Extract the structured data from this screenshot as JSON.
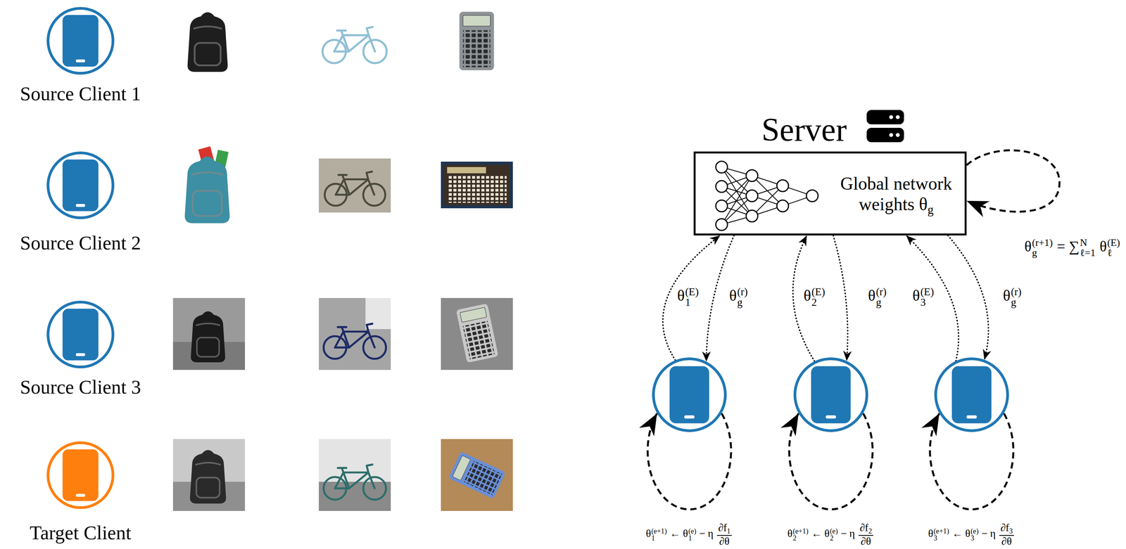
{
  "diagram": {
    "nodes": [
      {
        "text": [
          "Source Client 1"
        ]
      },
      {
        "text": [
          "Source Client 2"
        ]
      },
      {
        "text": [
          "Source Client 3"
        ]
      },
      {
        "text": [
          "Target Client"
        ]
      },
      {
        "text": [
          "Server",
          "Global network weights θg"
        ]
      },
      {
        "text": [
          "θ1(e+1) ← θ1(e) − η ∂f1∂θ"
        ]
      },
      {
        "text": [
          "θ2(e+1) ← θ2(e) − η ∂f2∂θ"
        ]
      },
      {
        "text": [
          "θ3(e+1) ← θ3(e) − η ∂f3∂θ"
        ]
      }
    ],
    "edges": [
      {
        "from": 5,
        "to": 4,
        "arrow": "to",
        "label": "θ1(E)"
      },
      {
        "from": 4,
        "to": 5,
        "arrow": "to",
        "label": "θg(r)"
      },
      {
        "from": 6,
        "to": 4,
        "arrow": "to",
        "label": "θ2(E)"
      },
      {
        "from": 4,
        "to": 6,
        "arrow": "to",
        "label": "θg(r)"
      },
      {
        "from": 7,
        "to": 4,
        "arrow": "to",
        "label": "θ3(E)"
      },
      {
        "from": 4,
        "to": 7,
        "arrow": "to",
        "label": "θg(r)"
      },
      {
        "from": 4,
        "to": 4,
        "arrow": "to",
        "label": "θg(r+1) = ∑ℓ=1N θℓ(E)"
      },
      {
        "from": 5,
        "to": 5,
        "arrow": "to"
      },
      {
        "from": 6,
        "to": 6,
        "arrow": "to"
      },
      {
        "from": 7,
        "to": 7,
        "arrow": "to"
      }
    ]
  }
}
